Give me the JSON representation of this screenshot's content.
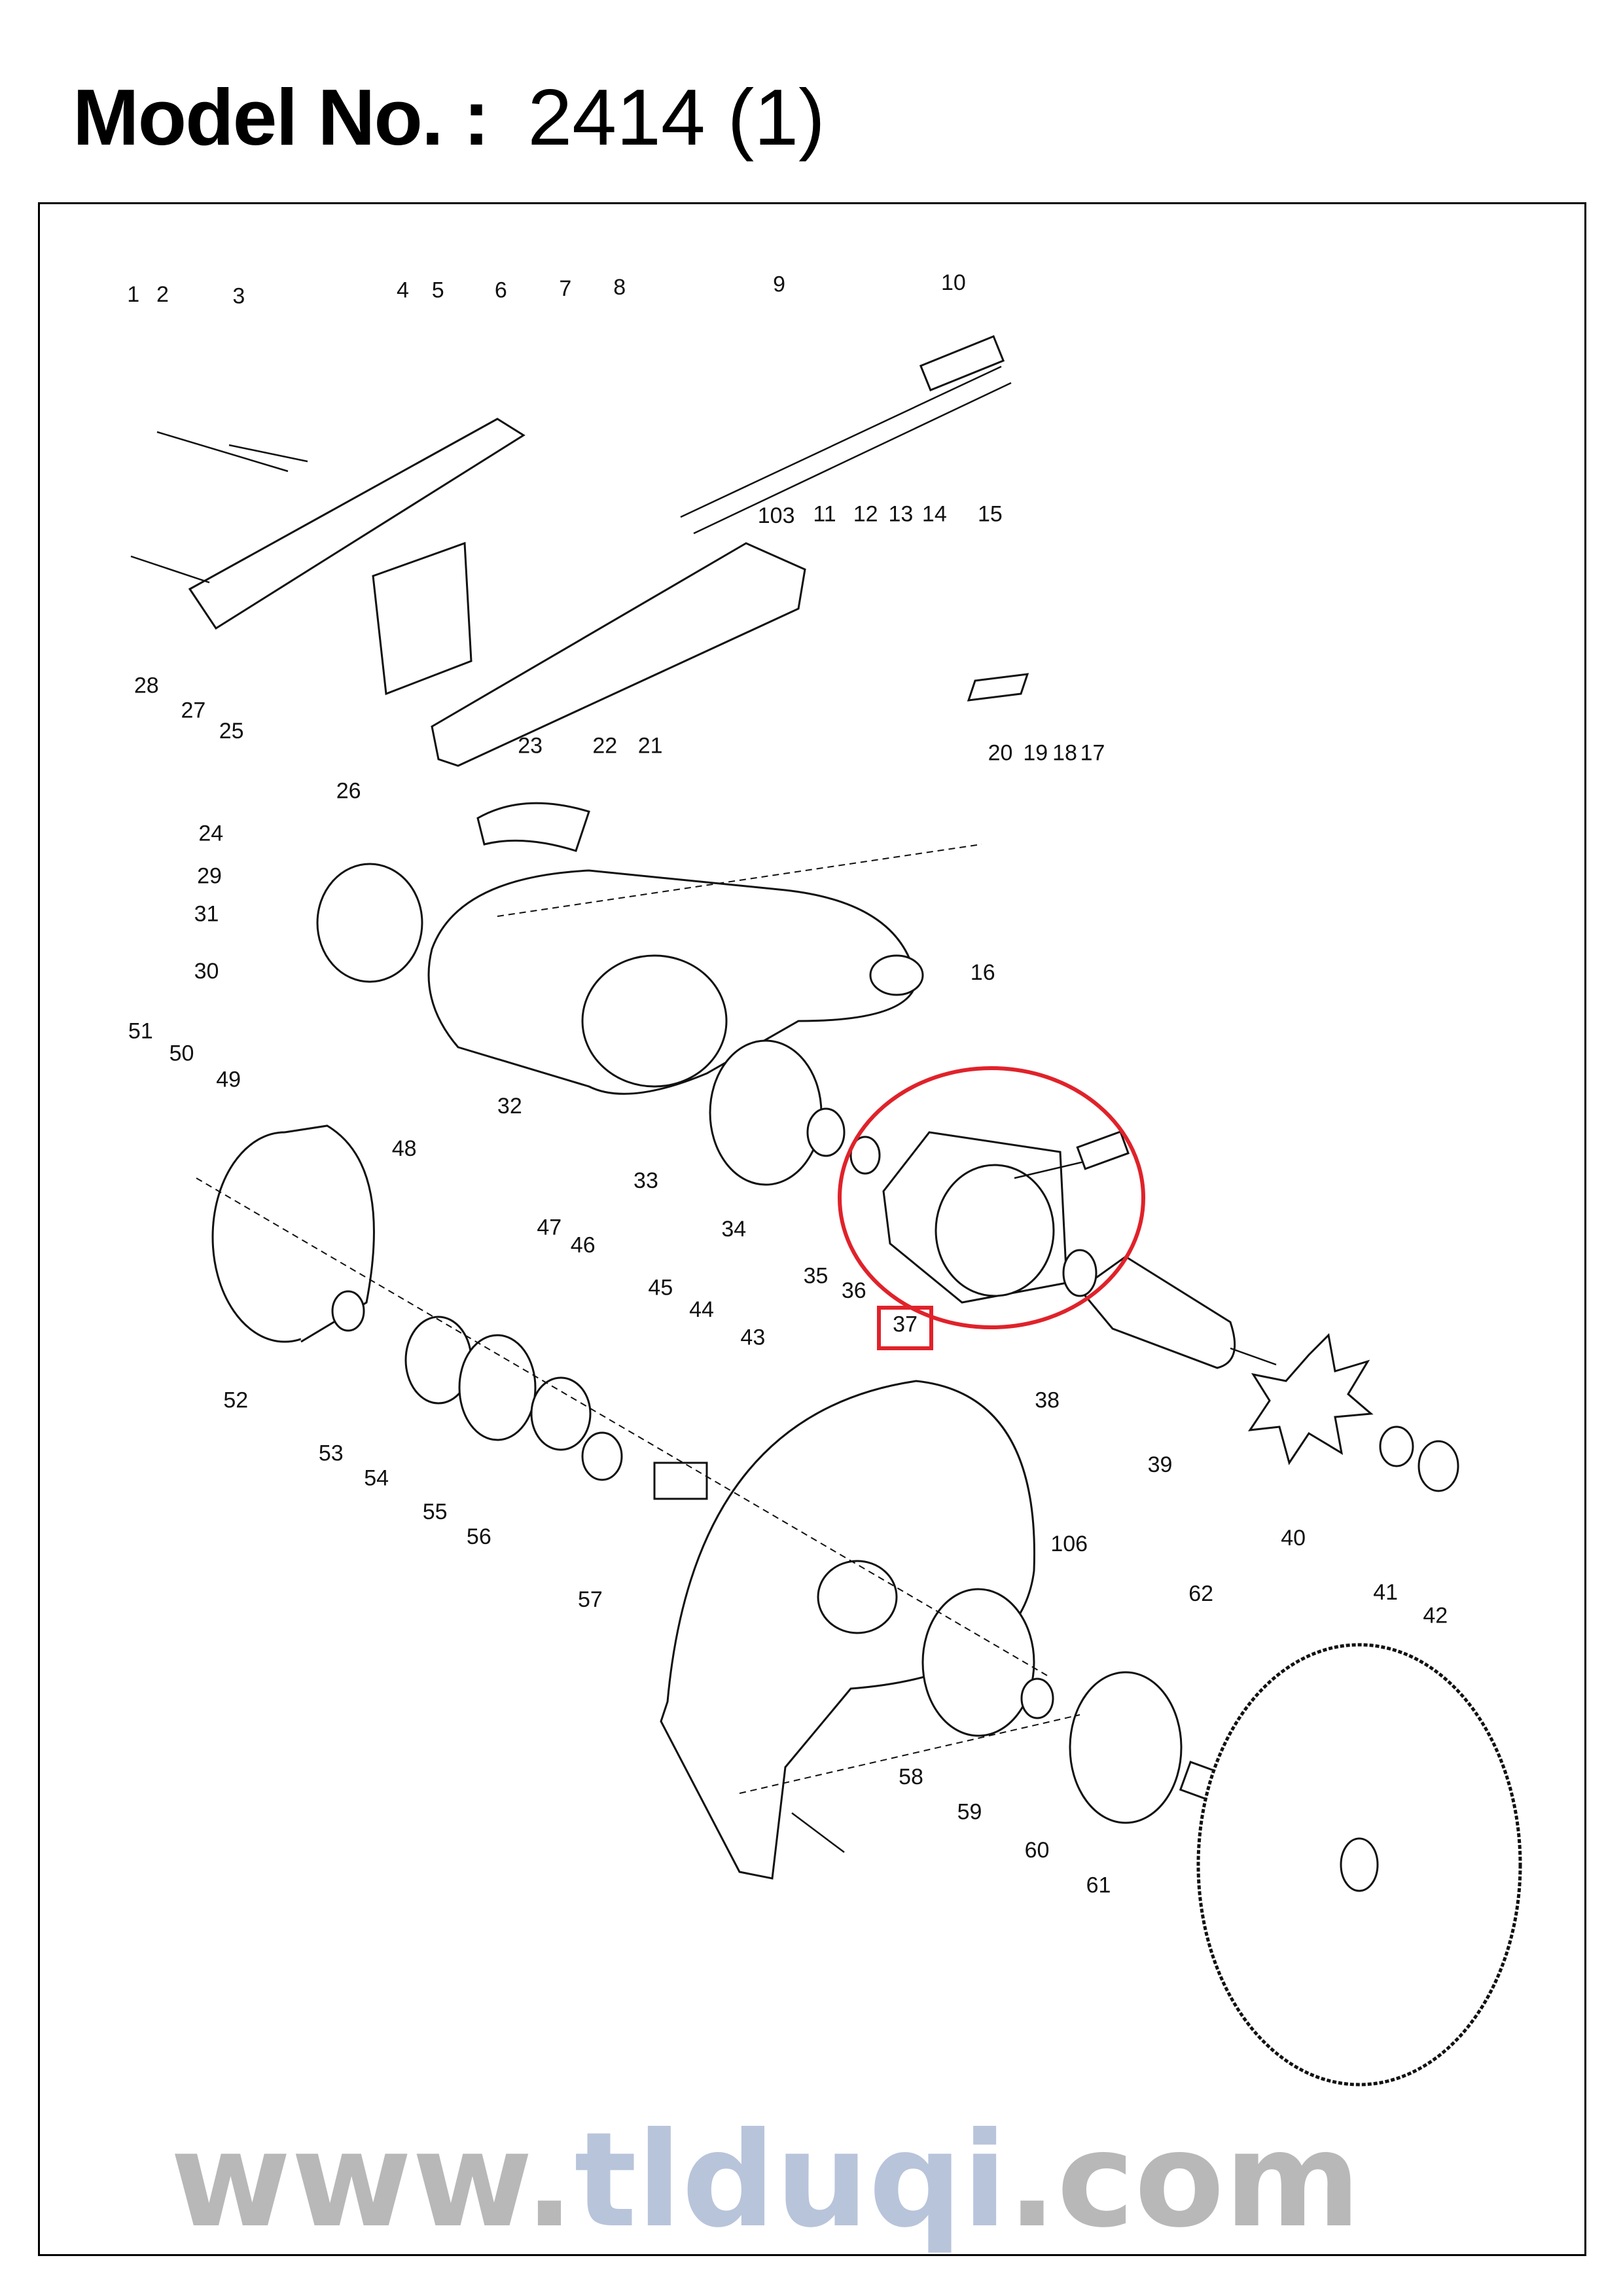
{
  "header": {
    "label": "Model No. :",
    "model": "2414 (1)"
  },
  "watermark": {
    "prefix": "www.",
    "brand": "tlduqi",
    "suffix": ".com"
  },
  "highlight": {
    "part": "37",
    "color": "#e0222a"
  },
  "part_labels": [
    "1",
    "2",
    "3",
    "4",
    "5",
    "6",
    "7",
    "8",
    "9",
    "10",
    "103",
    "11",
    "12",
    "13",
    "14",
    "15",
    "28",
    "27",
    "25",
    "23",
    "22",
    "21",
    "20",
    "19",
    "18",
    "17",
    "26",
    "24",
    "29",
    "31",
    "30",
    "16",
    "51",
    "50",
    "49",
    "32",
    "48",
    "33",
    "34",
    "47",
    "46",
    "35",
    "36",
    "37",
    "45",
    "44",
    "43",
    "38",
    "52",
    "39",
    "53",
    "54",
    "55",
    "56",
    "40",
    "41",
    "42",
    "57",
    "106",
    "62",
    "58",
    "59",
    "60",
    "61"
  ]
}
